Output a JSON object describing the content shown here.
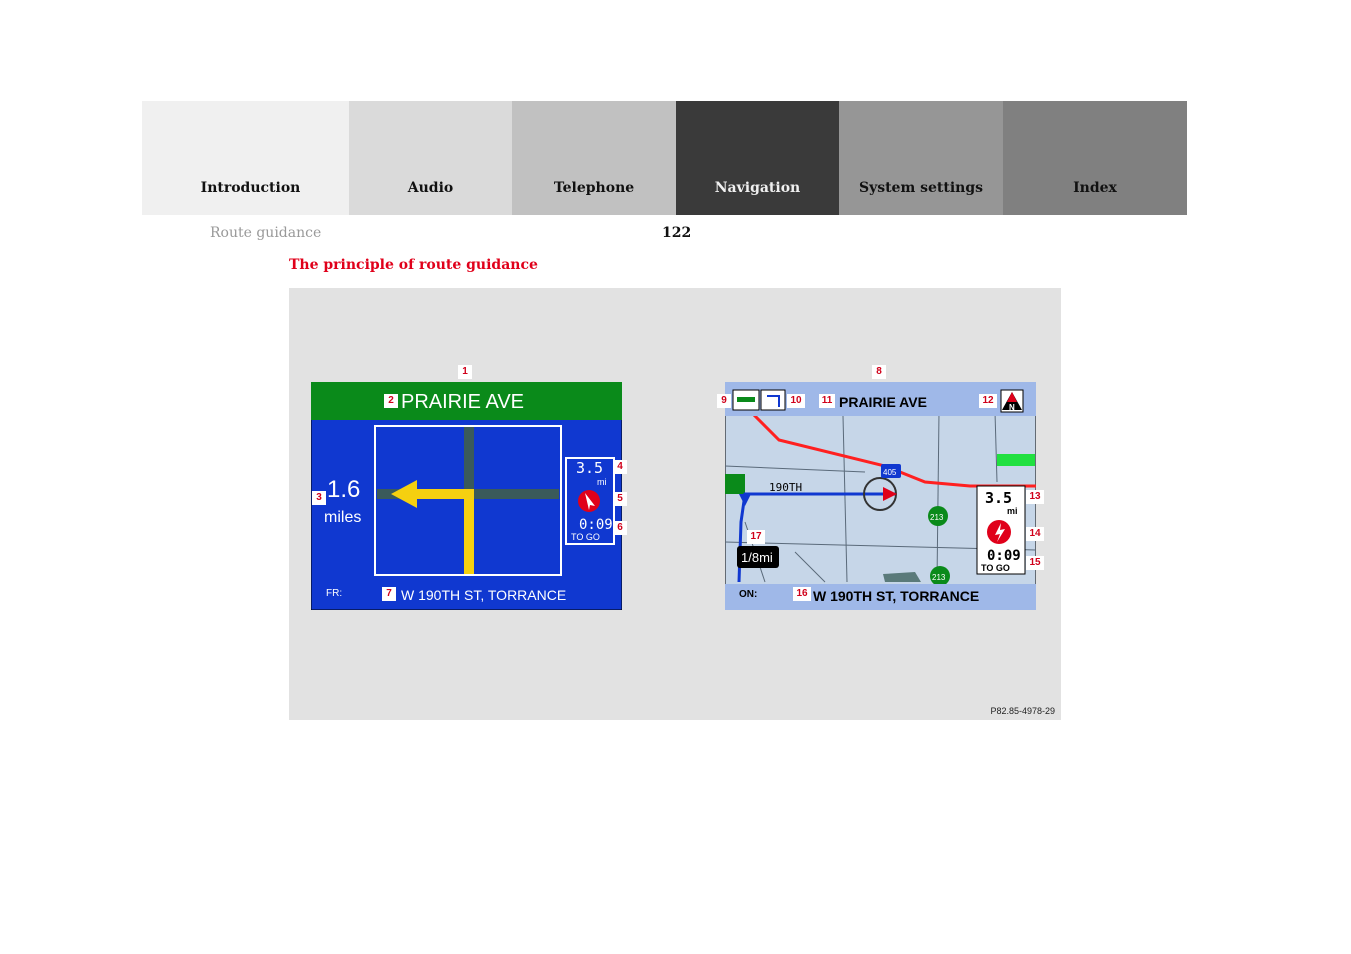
{
  "tabs": {
    "introduction": "Introduction",
    "audio": "Audio",
    "telephone": "Telephone",
    "navigation": "Navigation",
    "system_settings": "System settings",
    "index": "Index"
  },
  "section": "Route guidance",
  "page_number": "122",
  "heading": "The principle of route guidance",
  "figure_code": "P82.85-4978-29",
  "screen_left": {
    "street": "PRAIRIE AVE",
    "distance_value": "1.6",
    "distance_unit": "miles",
    "remaining_distance": "3.5",
    "remaining_unit": "mi",
    "time_to_go": "0:09",
    "to_go_label": "TO GO",
    "from_label": "FR:",
    "current_street": "W 190TH ST, TORRANCE"
  },
  "screen_right": {
    "street": "PRAIRIE AVE",
    "road_label": "190TH",
    "route_405": "405",
    "route_213a": "213",
    "route_213b": "213",
    "scale": "1/8mi",
    "remaining_distance": "3.5",
    "remaining_unit": "mi",
    "time_to_go": "0:09",
    "to_go_label": "TO GO",
    "on_label": "ON:",
    "current_street": "W 190TH ST, TORRANCE",
    "north_label": "N"
  },
  "callouts": [
    "1",
    "2",
    "3",
    "4",
    "5",
    "6",
    "7",
    "8",
    "9",
    "10",
    "11",
    "12",
    "13",
    "14",
    "15",
    "16",
    "17"
  ],
  "colors": {
    "accent_red": "#e0001a",
    "route_red": "#ff2020",
    "guidance_blue": "#1038d0",
    "header_green": "#0a8a1a",
    "arrow_yellow": "#f5d010"
  }
}
